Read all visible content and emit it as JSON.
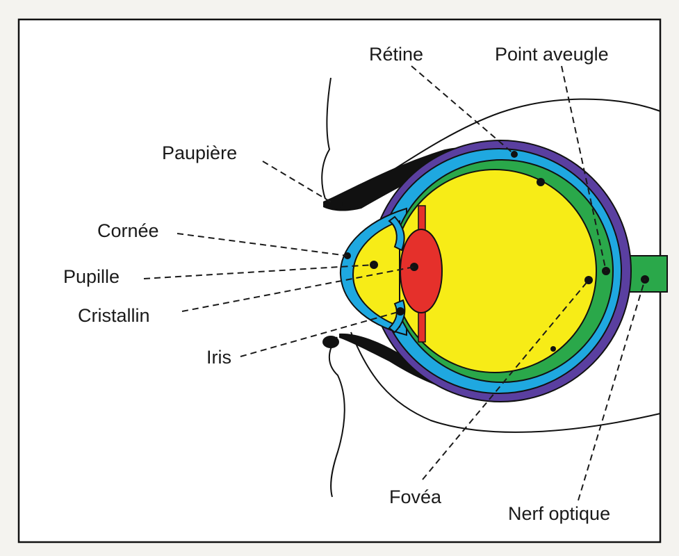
{
  "labels": {
    "retine": "Rétine",
    "point_aveugle": "Point aveugle",
    "paupiere": "Paupière",
    "cornee": "Cornée",
    "pupille": "Pupille",
    "cristallin": "Cristallin",
    "iris": "Iris",
    "fovea": "Fovéa",
    "nerf_optique": "Nerf optique"
  },
  "colors": {
    "sclera": "#5a3fa0",
    "choroid_cornea": "#1fa8e0",
    "retina": "#2aa84a",
    "vitreous": "#f7ec17",
    "lens": "#e5302b",
    "outline": "#111111"
  }
}
